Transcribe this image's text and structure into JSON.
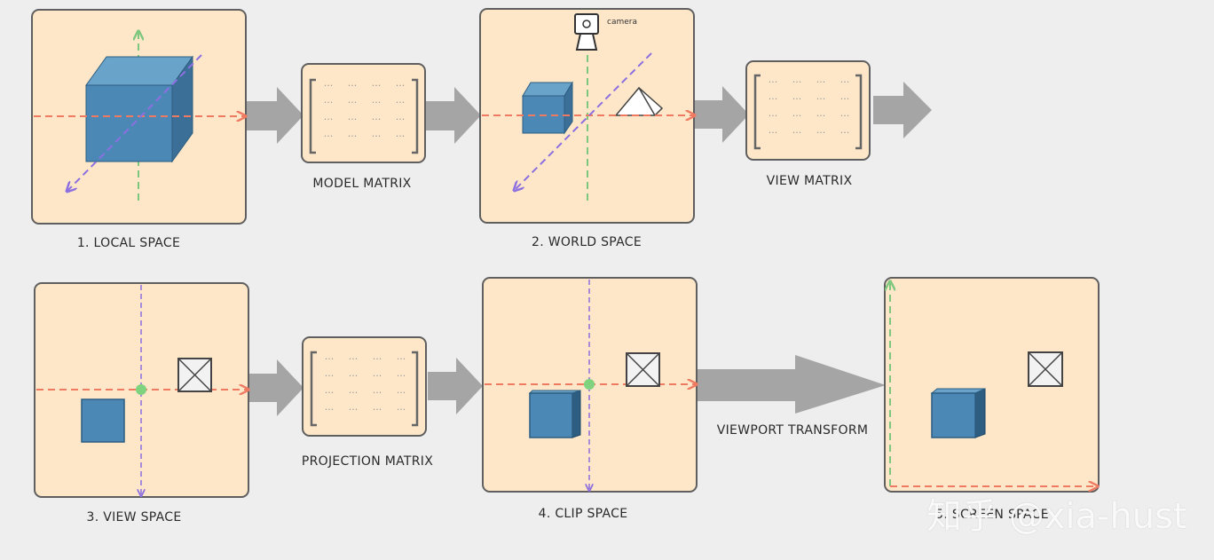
{
  "stages": [
    {
      "id": "local",
      "label": "1. LOCAL SPACE"
    },
    {
      "id": "world",
      "label": "2. WORLD SPACE"
    },
    {
      "id": "view",
      "label": "3. VIEW SPACE"
    },
    {
      "id": "clip",
      "label": "4. CLIP SPACE"
    },
    {
      "id": "screen",
      "label": "5. SCREEN SPACE"
    }
  ],
  "transforms": [
    {
      "id": "model",
      "label": "MODEL MATRIX"
    },
    {
      "id": "view",
      "label": "VIEW MATRIX"
    },
    {
      "id": "projection",
      "label": "PROJECTION MATRIX"
    },
    {
      "id": "viewport",
      "label": "VIEWPORT TRANSFORM"
    }
  ],
  "camera_label": "camera",
  "matrix_placeholder": "···",
  "watermark": "知乎 @xia-hust",
  "colors": {
    "panel_fill": "#fde7c8",
    "panel_stroke": "#5f5f5f",
    "x_axis": "#ef7a62",
    "y_axis": "#7ec77e",
    "z_axis": "#8c6fe0",
    "cube_front": "#4c88b6",
    "cube_top": "#6aa3c9",
    "cube_side": "#3b6f97",
    "arrow": "#a5a5a5",
    "origin_dot": "#7fd37f"
  }
}
